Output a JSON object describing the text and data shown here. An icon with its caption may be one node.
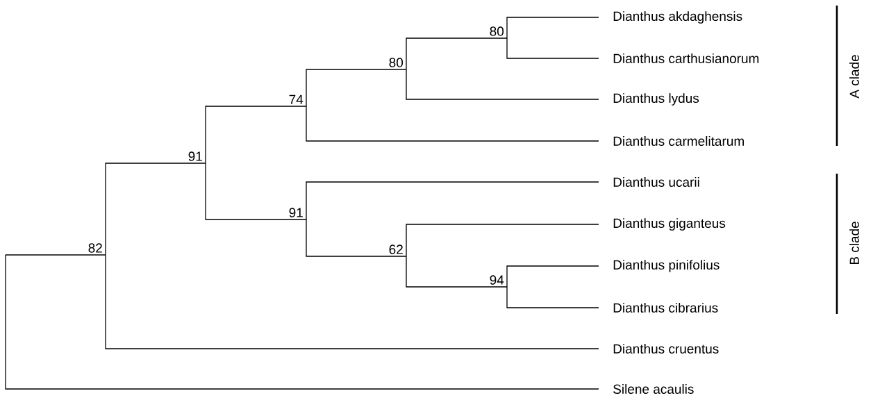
{
  "diagram": {
    "nodes": [
      {
        "text": [
          "Dianthus akdaghensis"
        ]
      },
      {
        "text": [
          "Dianthus carthusianorum"
        ]
      },
      {
        "text": [
          "Dianthus lydus"
        ]
      },
      {
        "text": [
          "Dianthus carmelitarum"
        ]
      },
      {
        "text": [
          "Dianthus ucarii"
        ]
      },
      {
        "text": [
          "Dianthus giganteus"
        ]
      },
      {
        "text": [
          "Dianthus pinifolius"
        ]
      },
      {
        "text": [
          "Dianthus cibrarius"
        ]
      },
      {
        "text": [
          "Dianthus cruentus"
        ]
      },
      {
        "text": [
          "Silene acaulis"
        ]
      },
      {
        "text": [
          "80"
        ]
      },
      {
        "text": [
          "80"
        ]
      },
      {
        "text": [
          "74"
        ]
      },
      {
        "text": [
          "91"
        ]
      },
      {
        "text": [
          "91"
        ]
      },
      {
        "text": [
          "62"
        ]
      },
      {
        "text": [
          "94"
        ]
      },
      {
        "text": [
          "82"
        ]
      },
      {
        "text": [],
        "shape": "point"
      }
    ],
    "edges": [
      {
        "from": 10,
        "to": 0,
        "arrow": "none"
      },
      {
        "from": 10,
        "to": 1,
        "arrow": "none"
      },
      {
        "from": 11,
        "to": 10,
        "arrow": "none"
      },
      {
        "from": 11,
        "to": 2,
        "arrow": "none"
      },
      {
        "from": 12,
        "to": 11,
        "arrow": "none"
      },
      {
        "from": 12,
        "to": 3,
        "arrow": "none"
      },
      {
        "from": 13,
        "to": 12,
        "arrow": "none"
      },
      {
        "from": 13,
        "to": 14,
        "arrow": "none"
      },
      {
        "from": 14,
        "to": 4,
        "arrow": "none"
      },
      {
        "from": 14,
        "to": 15,
        "arrow": "none"
      },
      {
        "from": 15,
        "to": 5,
        "arrow": "none"
      },
      {
        "from": 15,
        "to": 16,
        "arrow": "none"
      },
      {
        "from": 16,
        "to": 6,
        "arrow": "none"
      },
      {
        "from": 16,
        "to": 7,
        "arrow": "none"
      },
      {
        "from": 17,
        "to": 13,
        "arrow": "none"
      },
      {
        "from": 17,
        "to": 8,
        "arrow": "none"
      },
      {
        "from": 18,
        "to": 17,
        "arrow": "none"
      },
      {
        "from": 18,
        "to": 9,
        "arrow": "none"
      }
    ],
    "labels": [
      "A clade",
      "B clade"
    ]
  }
}
